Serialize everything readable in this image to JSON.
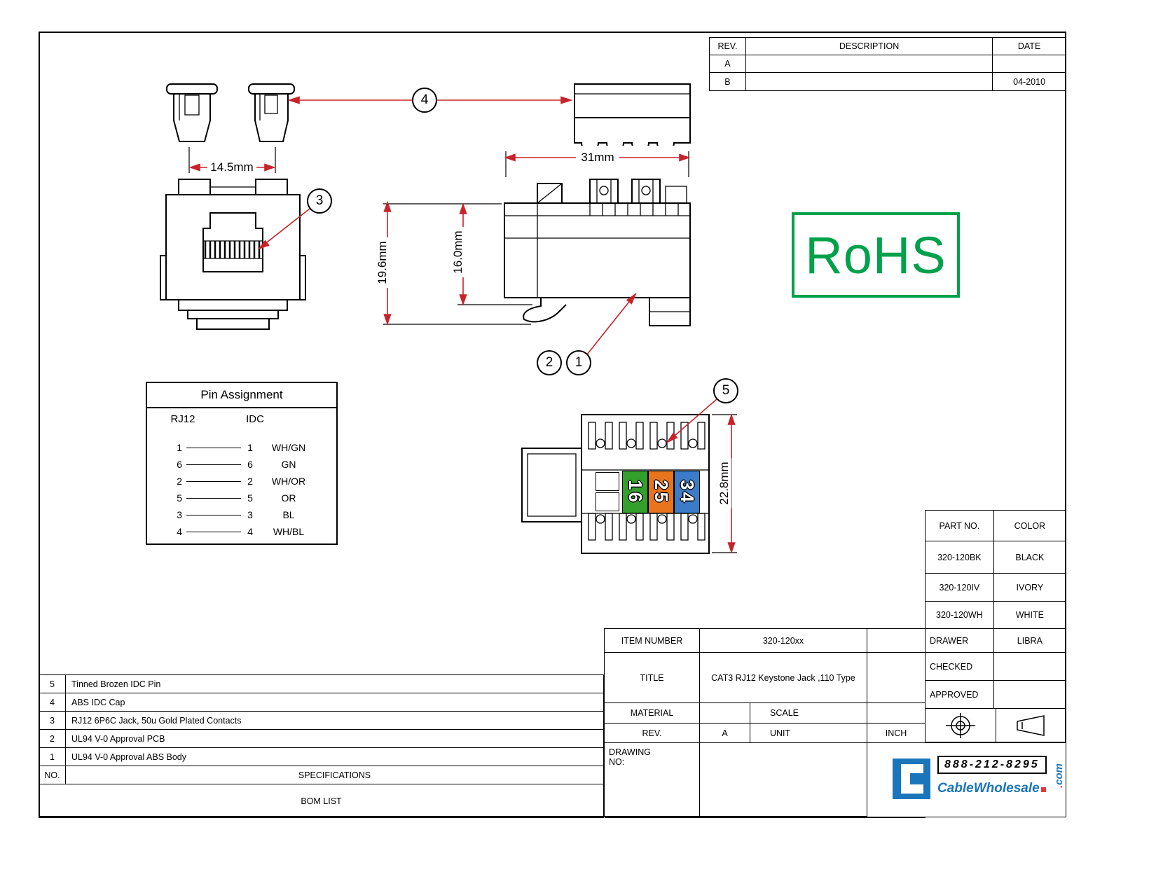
{
  "revision_table": {
    "col_rev": "REV.",
    "col_description": "DESCRIPTION",
    "col_date": "DATE",
    "rows": [
      {
        "rev": "A",
        "description": "",
        "date": ""
      },
      {
        "rev": "B",
        "description": "",
        "date": "04-2010"
      }
    ]
  },
  "dimensions": {
    "front_width": "14.5mm",
    "side_width": "31mm",
    "overall_height": "19.6mm",
    "inner_height": "16.0mm",
    "bottom_height": "22.8mm"
  },
  "callouts": [
    "1",
    "2",
    "3",
    "4",
    "5"
  ],
  "rohs": {
    "text": "RoHS"
  },
  "pin_assignment": {
    "title": "Pin Assignment",
    "left_header": "RJ12",
    "right_header": "IDC",
    "rows": [
      {
        "rj12": "1",
        "idc": "1",
        "wire": "WH/GN"
      },
      {
        "rj12": "6",
        "idc": "6",
        "wire": "GN"
      },
      {
        "rj12": "2",
        "idc": "2",
        "wire": "WH/OR"
      },
      {
        "rj12": "5",
        "idc": "5",
        "wire": "OR"
      },
      {
        "rj12": "3",
        "idc": "3",
        "wire": "BL"
      },
      {
        "rj12": "4",
        "idc": "4",
        "wire": "WH/BL"
      }
    ]
  },
  "punch_block": {
    "labels": [
      {
        "text": "16",
        "bg": "#33a02c"
      },
      {
        "text": "25",
        "bg": "#e8741e"
      },
      {
        "text": "34",
        "bg": "#3b7bc8"
      }
    ]
  },
  "part_color_table": {
    "part_header": "PART NO.",
    "color_header": "COLOR",
    "rows": [
      {
        "part": "320-120BK",
        "color": "BLACK"
      },
      {
        "part": "320-120IV",
        "color": "IVORY"
      },
      {
        "part": "320-120WH",
        "color": "WHITE"
      }
    ],
    "drawer_label": "DRAWER",
    "drawer_value": "LIBRA",
    "checked_label": "CHECKED",
    "approved_label": "APPROVED"
  },
  "title_block": {
    "item_number_label": "ITEM NUMBER",
    "item_number_value": "320-120xx",
    "title_label": "TITLE",
    "title_value": "CAT3 RJ12 Keystone Jack ,110 Type",
    "material_label": "MATERIAL",
    "scale_label": "SCALE",
    "rev_label": "REV.",
    "rev_value": "A",
    "unit_label": "UNIT",
    "unit_value": "INCH",
    "drawing_no_label": "DRAWING NO:"
  },
  "bom_list": {
    "rows": [
      {
        "no": "5",
        "spec": "Tinned Brozen IDC Pin"
      },
      {
        "no": "4",
        "spec": "ABS IDC Cap"
      },
      {
        "no": "3",
        "spec": "RJ12 6P6C Jack, 50u Gold Plated Contacts"
      },
      {
        "no": "2",
        "spec": "UL94 V-0 Approval PCB"
      },
      {
        "no": "1",
        "spec": "UL94 V-0 Approval ABS Body"
      }
    ],
    "no_header": "NO.",
    "spec_header": "SPECIFICATIONS",
    "footer": "BOM LIST"
  },
  "logo": {
    "phone": "888-212-8295",
    "company": "CableWholesale",
    "dot": ".",
    "com": "com"
  },
  "colors": {
    "dimension_red": "#c8232b",
    "rohs_green": "#00a14b",
    "logo_blue": "#1b75bb",
    "logo_red": "#e03a3e"
  }
}
